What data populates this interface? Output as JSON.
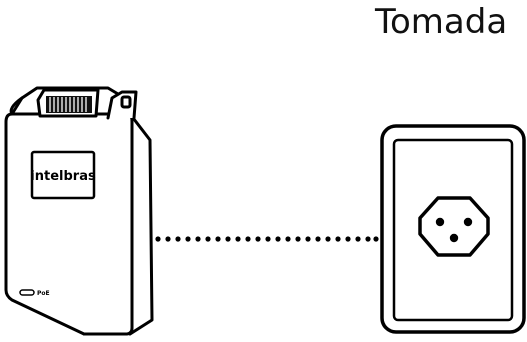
{
  "diagram": {
    "outlet_label": "Tomada",
    "device_brand": "intelbras",
    "device_led_label": "PoE"
  }
}
